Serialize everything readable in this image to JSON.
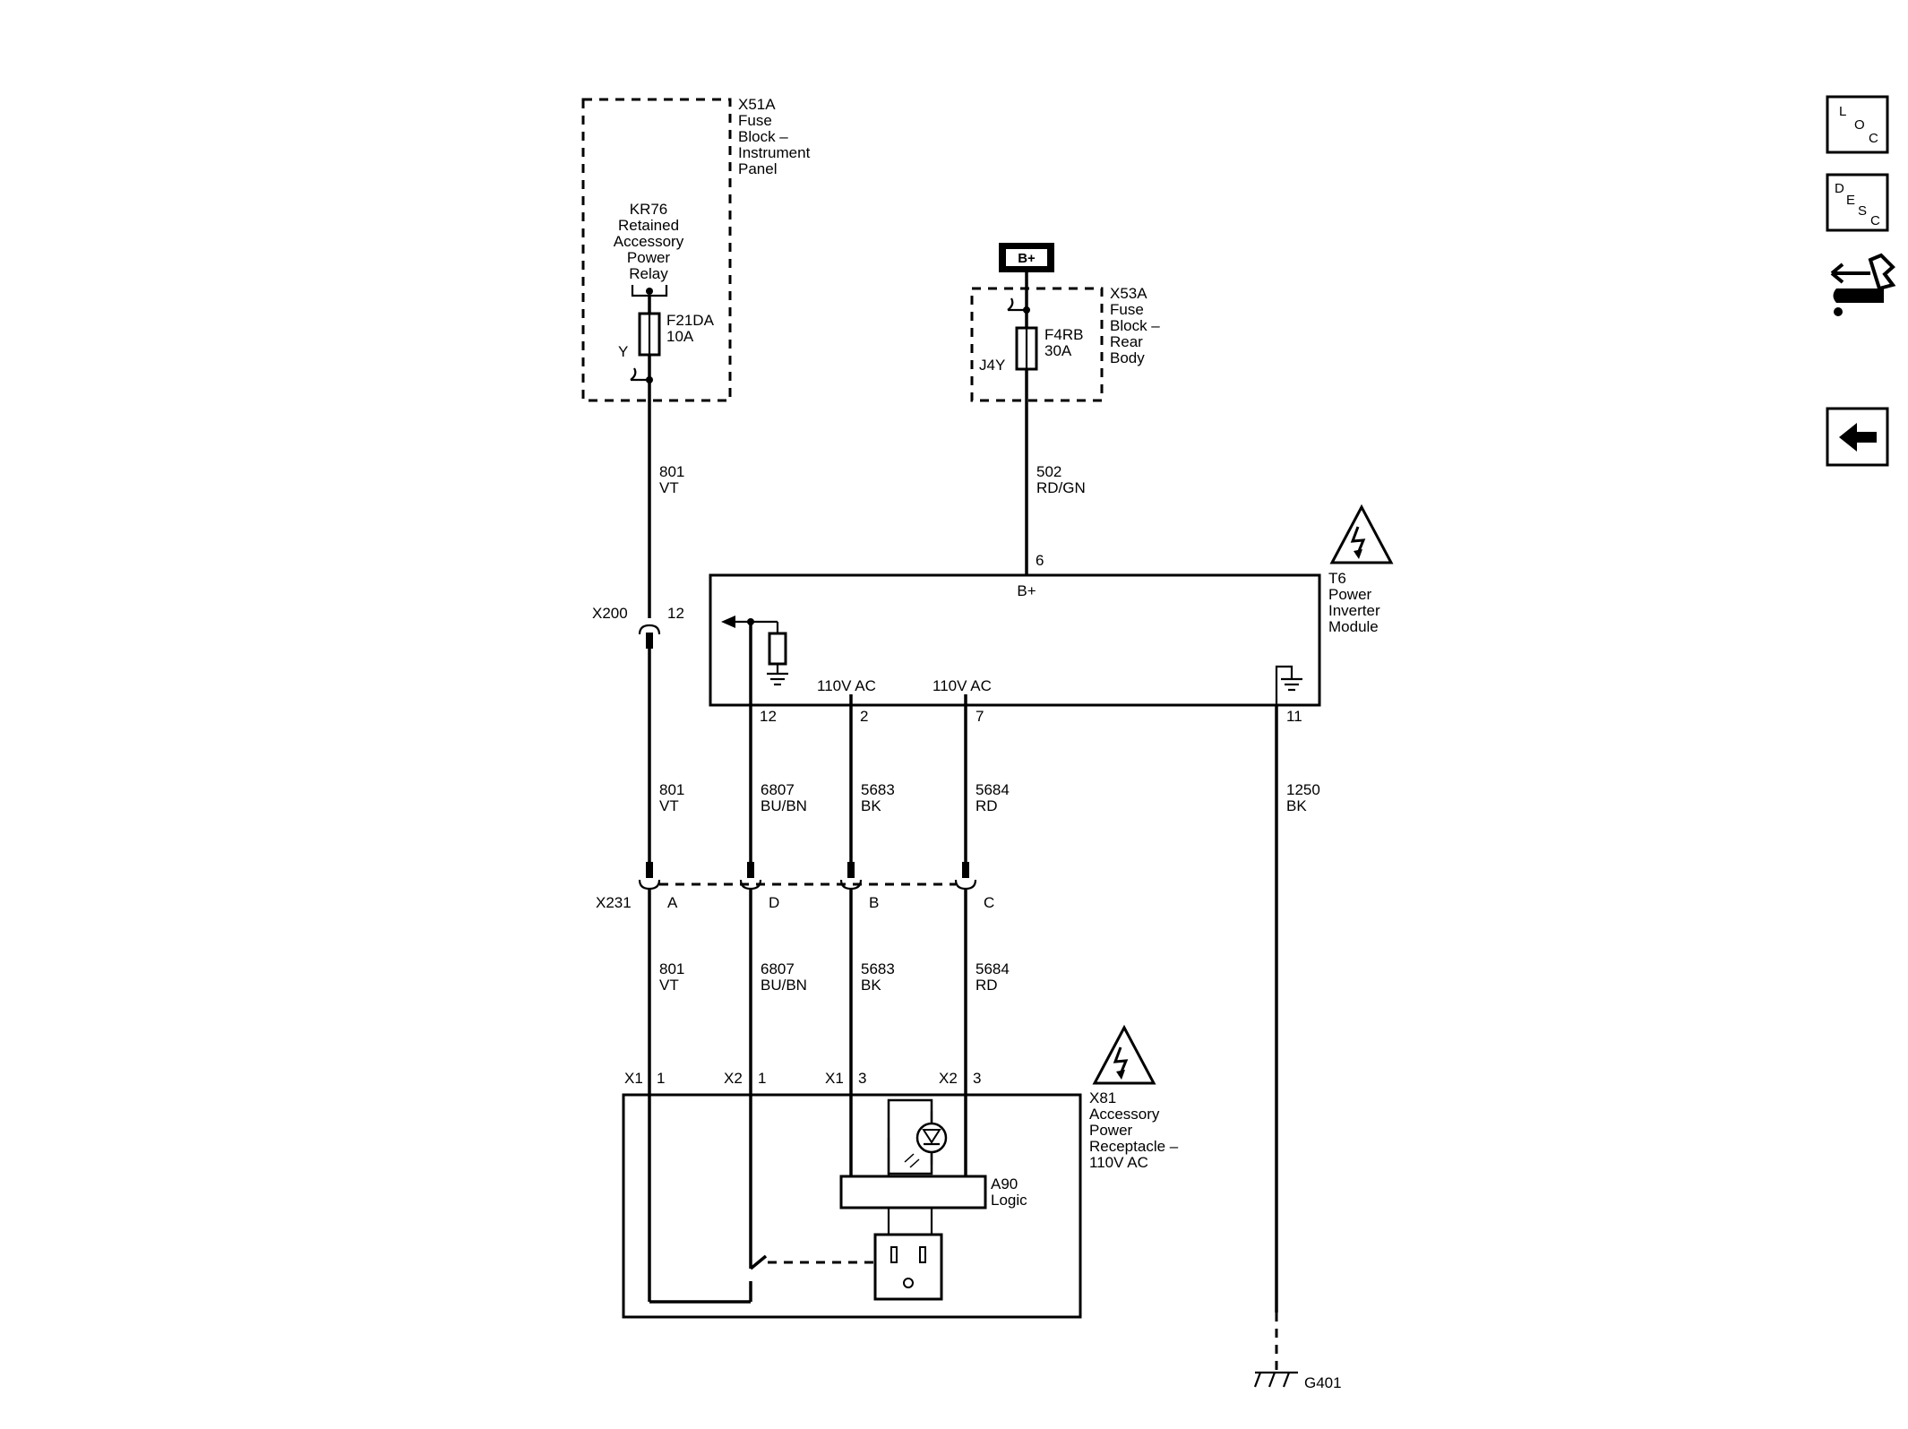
{
  "fuse_block_ip": {
    "title_lines": [
      "X51A",
      "Fuse",
      "Block –",
      "Instrument",
      "Panel"
    ],
    "relay_lines": [
      "KR76",
      "Retained",
      "Accessory",
      "Power",
      "Relay"
    ],
    "fuse_lines": [
      "F21DA",
      "10A"
    ],
    "pin": "Y"
  },
  "fuse_block_rear": {
    "battery": "B+",
    "title_lines": [
      "X53A",
      "Fuse",
      "Block –",
      "Rear",
      "Body"
    ],
    "fuse_lines": [
      "F4RB",
      "30A"
    ],
    "pin": "J4Y"
  },
  "wire_801_top": [
    "801",
    "VT"
  ],
  "wire_502": [
    "502",
    "RD/GN"
  ],
  "inverter": {
    "title_lines": [
      "T6",
      "Power",
      "Inverter",
      "Module"
    ],
    "bplus_pin": "6",
    "bplus_label": "B+",
    "ac1": "110V AC",
    "ac2": "110V AC",
    "pins": [
      "12",
      "2",
      "7",
      "11"
    ]
  },
  "x200": {
    "name": "X200",
    "pin": "12"
  },
  "wires_mid": [
    [
      "801",
      "VT"
    ],
    [
      "6807",
      "BU/BN"
    ],
    [
      "5683",
      "BK"
    ],
    [
      "5684",
      "RD"
    ],
    [
      "1250",
      "BK"
    ]
  ],
  "x231": {
    "name": "X231",
    "pins": [
      "A",
      "D",
      "B",
      "C"
    ]
  },
  "wires_low": [
    [
      "801",
      "VT"
    ],
    [
      "6807",
      "BU/BN"
    ],
    [
      "5683",
      "BK"
    ],
    [
      "5684",
      "RD"
    ]
  ],
  "receptacle": {
    "conn": [
      [
        "X1",
        "1"
      ],
      [
        "X2",
        "1"
      ],
      [
        "X1",
        "3"
      ],
      [
        "X2",
        "3"
      ]
    ],
    "title_lines": [
      "X81",
      "Accessory",
      "Power",
      "Receptacle –",
      "110V AC"
    ],
    "logic_lines": [
      "A90",
      "Logic"
    ]
  },
  "ground": "G401",
  "nav": {
    "loc": [
      "L",
      "O",
      "C"
    ],
    "desc": [
      "D",
      "E",
      "S",
      "C"
    ]
  }
}
